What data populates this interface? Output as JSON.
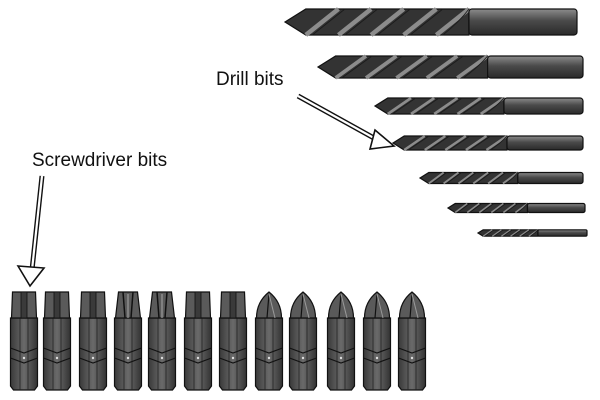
{
  "labels": {
    "drill_bits": "Drill bits",
    "screwdriver_bits": "Screwdriver bits"
  },
  "colors": {
    "metal_dark": "#333333",
    "metal_mid": "#5a5a5a",
    "metal_light": "#8c8c8c",
    "outline": "#111111",
    "background": "#ffffff"
  },
  "drill_bits": [
    {
      "size": "largest"
    },
    {
      "size": "large"
    },
    {
      "size": "medium-large"
    },
    {
      "size": "medium"
    },
    {
      "size": "medium-small"
    },
    {
      "size": "small"
    },
    {
      "size": "smallest"
    }
  ],
  "screwdriver_bits": [
    {
      "tip": "flat"
    },
    {
      "tip": "flat"
    },
    {
      "tip": "flat"
    },
    {
      "tip": "torx"
    },
    {
      "tip": "torx"
    },
    {
      "tip": "flat"
    },
    {
      "tip": "flat"
    },
    {
      "tip": "phillips"
    },
    {
      "tip": "phillips"
    },
    {
      "tip": "phillips"
    },
    {
      "tip": "phillips"
    },
    {
      "tip": "phillips"
    }
  ]
}
